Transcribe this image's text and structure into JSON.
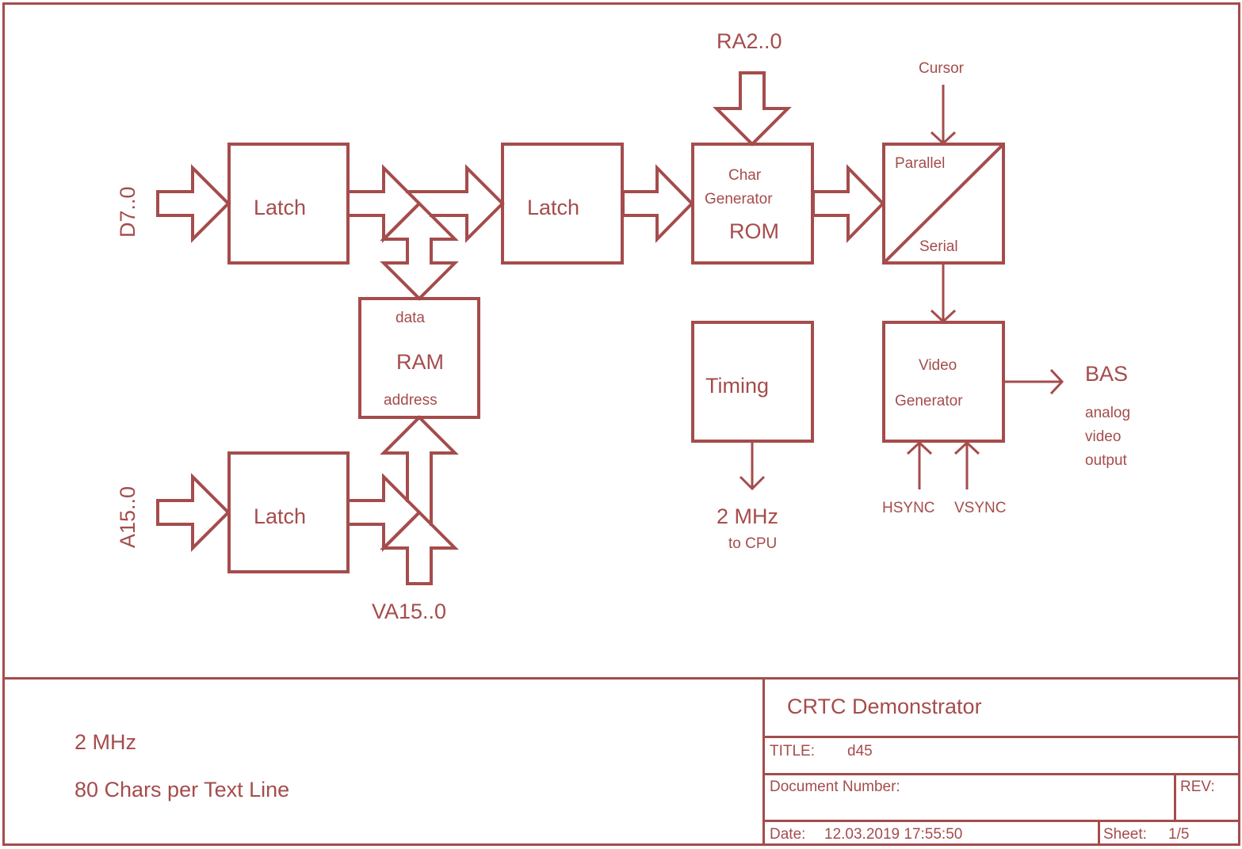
{
  "colors": {
    "ink": "#a54c4c",
    "background": "#ffffff"
  },
  "diagram": {
    "blocks": {
      "latch_data": {
        "label": "Latch"
      },
      "latch_mid": {
        "label": "Latch"
      },
      "latch_addr": {
        "label": "Latch"
      },
      "ram": {
        "title": "RAM",
        "port_top": "data",
        "port_bottom": "address"
      },
      "rom": {
        "line1": "Char",
        "line2": "Generator",
        "title": "ROM"
      },
      "shift_register": {
        "top": "Parallel",
        "bottom": "Serial"
      },
      "timing": {
        "label": "Timing"
      },
      "video_generator": {
        "line1": "Video",
        "line2": "Generator"
      }
    },
    "signals": {
      "data_bus": "D7..0",
      "address_bus": "A15..0",
      "video_address": "VA15..0",
      "row_address": "RA2..0",
      "cursor": "Cursor",
      "clock_out": "2 MHz",
      "clock_out_note": "to CPU",
      "hsync": "HSYNC",
      "vsync": "VSYNC",
      "output": "BAS",
      "output_desc": [
        "analog",
        "video",
        "output"
      ]
    }
  },
  "notes": [
    "2 MHz",
    "80 Chars per Text Line"
  ],
  "title_block": {
    "project": "CRTC Demonstrator",
    "title_label": "TITLE:",
    "title_value": "d45",
    "document_number_label": "Document Number:",
    "document_number_value": "",
    "rev_label": "REV:",
    "rev_value": "",
    "date_label": "Date:",
    "date_value": "12.03.2019 17:55:50",
    "sheet_label": "Sheet:",
    "sheet_value": "1/5"
  }
}
